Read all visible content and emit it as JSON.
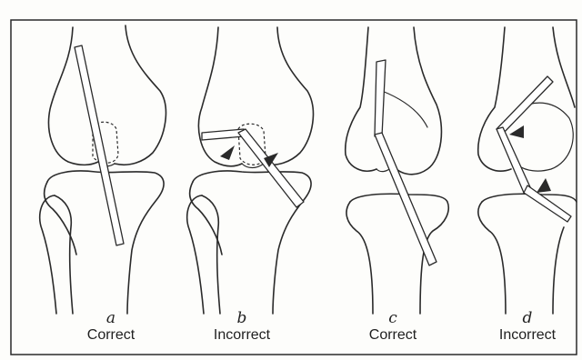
{
  "panels": [
    {
      "letter": "a",
      "label": "Correct"
    },
    {
      "letter": "b",
      "label": "Incorrect"
    },
    {
      "letter": "c",
      "label": "Correct"
    },
    {
      "letter": "d",
      "label": "Incorrect"
    }
  ]
}
